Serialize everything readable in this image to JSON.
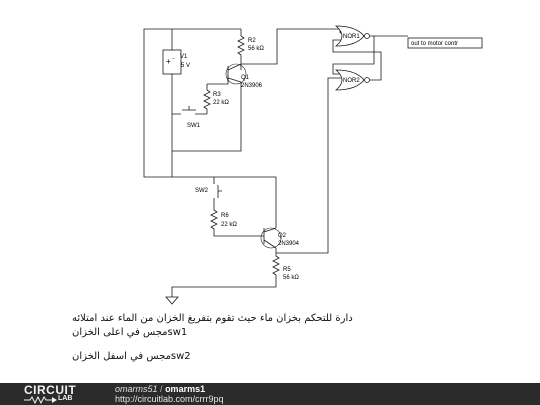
{
  "schematic": {
    "v1": {
      "name": "V1",
      "value": "5 V"
    },
    "r2": {
      "name": "R2",
      "value": "56 kΩ"
    },
    "q1": {
      "name": "Q1",
      "part": "2N3906"
    },
    "r3": {
      "name": "R3",
      "value": "22 kΩ"
    },
    "sw1": {
      "name": "SW1"
    },
    "sw2": {
      "name": "SW2"
    },
    "r6": {
      "name": "R6",
      "value": "22 kΩ"
    },
    "q2": {
      "name": "Q2",
      "part": "2N3904"
    },
    "r5": {
      "name": "R5",
      "value": "56 kΩ"
    },
    "nor1": {
      "name": "NOR1"
    },
    "nor2": {
      "name": "NOR2"
    },
    "output_label": "out to motor contr"
  },
  "description": {
    "line1": "دارة للتحكم بخزان ماء حيث تقوم بتفريغ الخزان من الماء عند امتلائه",
    "line2": "sw1مجس في اعلى الخزان",
    "line3": "sw2مجس في اسفل الخزان"
  },
  "footer": {
    "logo_top": "CIRCUIT",
    "logo_bottom": "LAB",
    "author": "omarms51",
    "separator": "/",
    "circuit_name": "omarms1",
    "url": "http://circuitlab.com/crrr9pq"
  }
}
